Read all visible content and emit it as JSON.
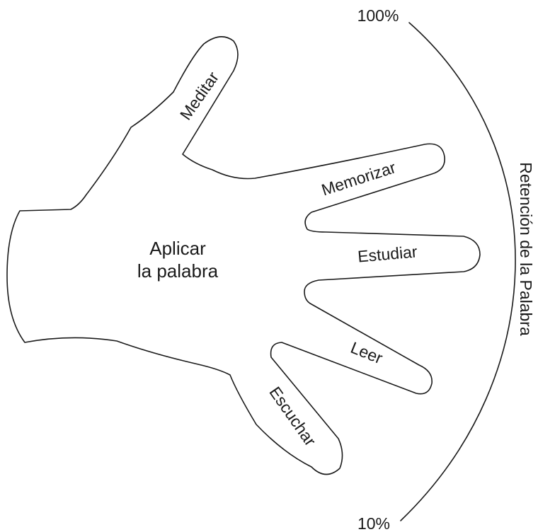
{
  "hand": {
    "palm_label_line1": "Aplicar",
    "palm_label_line2": "la palabra",
    "fingers": {
      "thumb": "Escuchar",
      "index": "Leer",
      "middle": "Estudiar",
      "ring": "Memorizar",
      "pinky": "Meditar"
    }
  },
  "scale": {
    "title": "Retención de la Palabra",
    "top_label": "100%",
    "bottom_label": "10%"
  }
}
